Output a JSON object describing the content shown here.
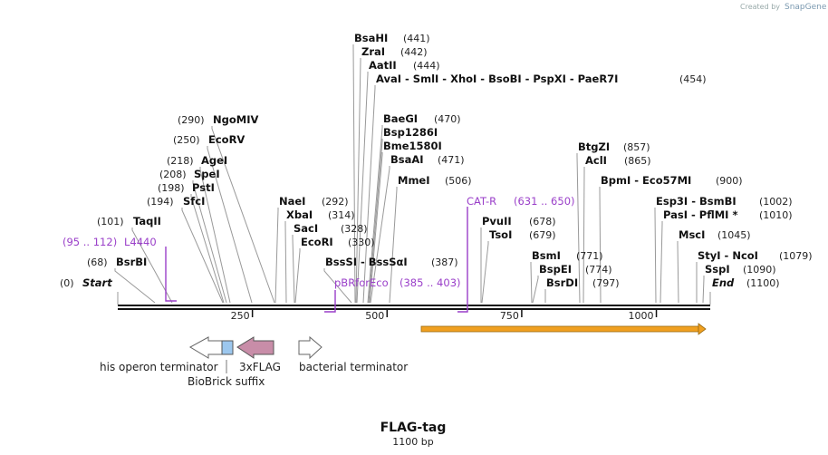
{
  "credit": {
    "prefix": "Created by",
    "brand": "SnapGene"
  },
  "plasmid": {
    "name": "FLAG-tag",
    "length_label": "1100 bp",
    "length": 1100
  },
  "ruler": {
    "ticks": [
      250,
      500,
      750,
      1000
    ]
  },
  "sites": [
    {
      "id": "start",
      "label": "Start",
      "pos": "(0)",
      "bp": 0,
      "italic": true
    },
    {
      "id": "bsrbi",
      "label": "BsrBI",
      "pos": "(68)",
      "bp": 68
    },
    {
      "id": "taqii",
      "label": "TaqII",
      "pos": "(101)",
      "bp": 101
    },
    {
      "id": "sfci",
      "label": "SfcI",
      "pos": "(194)",
      "bp": 194
    },
    {
      "id": "psti",
      "label": "PstI",
      "pos": "(198)",
      "bp": 198
    },
    {
      "id": "spei",
      "label": "SpeI",
      "pos": "(208)",
      "bp": 208
    },
    {
      "id": "agei",
      "label": "AgeI",
      "pos": "(218)",
      "bp": 218
    },
    {
      "id": "ecorv",
      "label": "EcoRV",
      "pos": "(250)",
      "bp": 250
    },
    {
      "id": "ngomiv",
      "label": "NgoMIV",
      "pos": "(290)",
      "bp": 290
    },
    {
      "id": "naei",
      "label": "NaeI",
      "pos": "(292)",
      "bp": 292
    },
    {
      "id": "xbai",
      "label": "XbaI",
      "pos": "(314)",
      "bp": 314
    },
    {
      "id": "saci",
      "label": "SacI",
      "pos": "(328)",
      "bp": 328
    },
    {
      "id": "ecori",
      "label": "EcoRI",
      "pos": "(330)",
      "bp": 330
    },
    {
      "id": "bsssi",
      "label": "BssSI - BssSαI",
      "pos": "(387)",
      "bp": 387
    },
    {
      "id": "bsahi",
      "label": "BsaHI",
      "pos": "(441)",
      "bp": 441
    },
    {
      "id": "zrai",
      "label": "ZraI",
      "pos": "(442)",
      "bp": 442
    },
    {
      "id": "aatii",
      "label": "AatII",
      "pos": "(444)",
      "bp": 444
    },
    {
      "id": "avai",
      "label": "AvaI - SmlI - XhoI - BsoBI - PspXI - PaeR7I",
      "pos": "(454)",
      "bp": 454
    },
    {
      "id": "baegi",
      "label": "BaeGI",
      "pos": "(470)",
      "bp": 470
    },
    {
      "id": "bsp1286i",
      "label": "Bsp1286I",
      "pos": "",
      "bp": 470
    },
    {
      "id": "bme1580i",
      "label": "Bme1580I",
      "pos": "",
      "bp": 470
    },
    {
      "id": "bsaai",
      "label": "BsaAI",
      "pos": "(471)",
      "bp": 471
    },
    {
      "id": "mmei",
      "label": "MmeI",
      "pos": "(506)",
      "bp": 506
    },
    {
      "id": "pvuii",
      "label": "PvuII",
      "pos": "(678)",
      "bp": 678
    },
    {
      "id": "tsoi",
      "label": "TsoI",
      "pos": "(679)",
      "bp": 679
    },
    {
      "id": "bsmi",
      "label": "BsmI",
      "pos": "(771)",
      "bp": 771
    },
    {
      "id": "bspei",
      "label": "BspEI",
      "pos": "(774)",
      "bp": 774
    },
    {
      "id": "bsrdi",
      "label": "BsrDI",
      "pos": "(797)",
      "bp": 797
    },
    {
      "id": "btgzi",
      "label": "BtgZI",
      "pos": "(857)",
      "bp": 857
    },
    {
      "id": "acli",
      "label": "AclI",
      "pos": "(865)",
      "bp": 865
    },
    {
      "id": "bpmi",
      "label": "BpmI - Eco57MI",
      "pos": "(900)",
      "bp": 900
    },
    {
      "id": "esp3i",
      "label": "Esp3I - BsmBI",
      "pos": "(1002)",
      "bp": 1002
    },
    {
      "id": "pasi",
      "label": "PasI - PflMI *",
      "pos": "(1010)",
      "bp": 1010
    },
    {
      "id": "msci",
      "label": "MscI",
      "pos": "(1045)",
      "bp": 1045
    },
    {
      "id": "styi",
      "label": "StyI - NcoI",
      "pos": "(1079)",
      "bp": 1079
    },
    {
      "id": "sspi",
      "label": "SspI",
      "pos": "(1090)",
      "bp": 1090
    },
    {
      "id": "end",
      "label": "End",
      "pos": "(1100)",
      "bp": 1100,
      "italic": true
    }
  ],
  "primers": [
    {
      "id": "l4440",
      "label": "L4440",
      "range": "(95 .. 112)"
    },
    {
      "id": "pbrforeco",
      "label": "pBRforEco",
      "range": "(385 .. 403)"
    },
    {
      "id": "catr",
      "label": "CAT-R",
      "range": "(631 .. 650)"
    }
  ],
  "features": [
    {
      "id": "his-operon-terminator",
      "label": "his operon terminator"
    },
    {
      "id": "biobrick-suffix",
      "label": "BioBrick suffix"
    },
    {
      "id": "3xflag",
      "label": "3xFLAG"
    },
    {
      "id": "bacterial-terminator",
      "label": "bacterial terminator"
    }
  ],
  "colors": {
    "primer": "#9a3fc9",
    "orf_fill": "#f0a020",
    "flag_fill": "#c88da8",
    "biobrick_fill": "#9cc7ee"
  }
}
